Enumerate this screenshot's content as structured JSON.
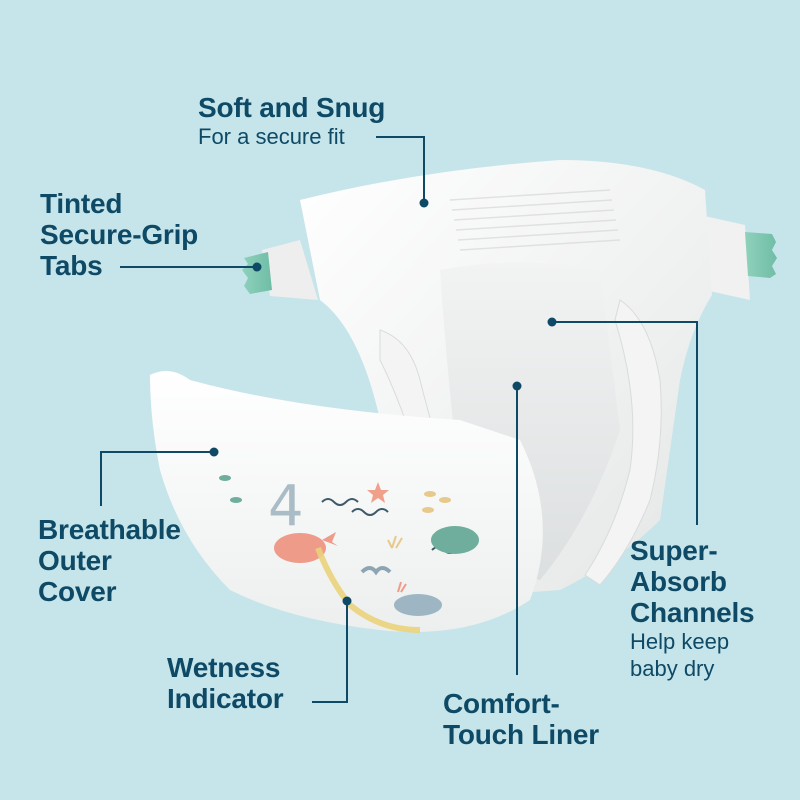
{
  "colors": {
    "background": "#C6E5EA",
    "text": "#0E4A66",
    "callout_line": "#0E4A66",
    "tab_green": "#7CC7B0",
    "diaper_white": "#F7F7F5"
  },
  "product": {
    "print_number": "4",
    "print_theme": "ocean animals (whales, fish, starfish, seagull, coral, waves)"
  },
  "callouts": [
    {
      "id": "soft-and-snug",
      "title_lines": [
        "Soft and Snug"
      ],
      "subtitle_lines": [
        "For a secure fit"
      ]
    },
    {
      "id": "tinted-tabs",
      "title_lines": [
        "Tinted",
        "Secure-Grip",
        "Tabs"
      ],
      "subtitle_lines": []
    },
    {
      "id": "breathable-cover",
      "title_lines": [
        "Breathable",
        "Outer",
        "Cover"
      ],
      "subtitle_lines": []
    },
    {
      "id": "wetness-indicator",
      "title_lines": [
        "Wetness",
        "Indicator"
      ],
      "subtitle_lines": []
    },
    {
      "id": "comfort-liner",
      "title_lines": [
        "Comfort-",
        "Touch Liner"
      ],
      "subtitle_lines": []
    },
    {
      "id": "super-absorb",
      "title_lines": [
        "Super-",
        "Absorb",
        "Channels"
      ],
      "subtitle_lines": [
        "Help keep",
        "baby dry"
      ]
    }
  ]
}
